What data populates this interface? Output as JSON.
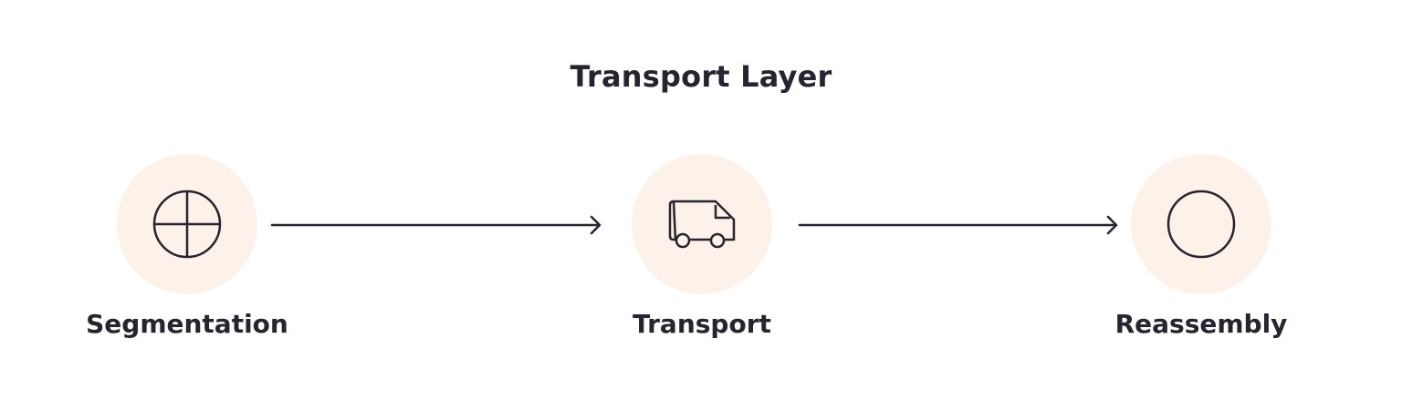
{
  "diagram": {
    "title": "Transport Layer",
    "accent_bg": "#fdf2ea",
    "stroke_color": "#27232f",
    "steps": [
      {
        "label": "Segmentation",
        "icon": "crosshair-circle-icon"
      },
      {
        "label": "Transport",
        "icon": "delivery-truck-icon"
      },
      {
        "label": "Reassembly",
        "icon": "circle-icon"
      }
    ],
    "connectors": [
      {
        "from": "Segmentation",
        "to": "Transport"
      },
      {
        "from": "Transport",
        "to": "Reassembly"
      }
    ]
  }
}
